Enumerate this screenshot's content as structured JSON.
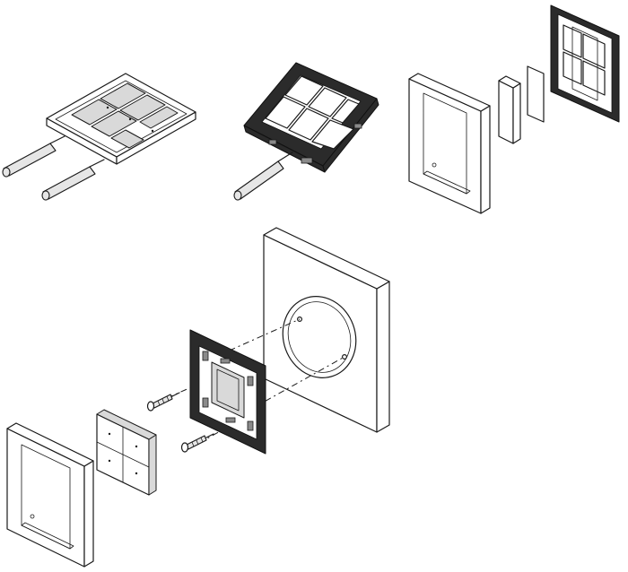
{
  "figure": {
    "steps": [
      {
        "id": "step-1",
        "depicts": "pry-off-panel"
      },
      {
        "id": "step-2",
        "depicts": "release-frame-clips"
      },
      {
        "id": "step-3",
        "depicts": "separate-components"
      },
      {
        "id": "step-4",
        "depicts": "exploded-mounting-view"
      }
    ]
  },
  "colors": {
    "line": "#1a1a1a",
    "light_fill": "#d9d9d9",
    "dark_fill": "#2b2b2b",
    "background": "#ffffff"
  },
  "icons": {
    "screwdriver": "screwdriver-icon",
    "screw": "screw-icon"
  }
}
